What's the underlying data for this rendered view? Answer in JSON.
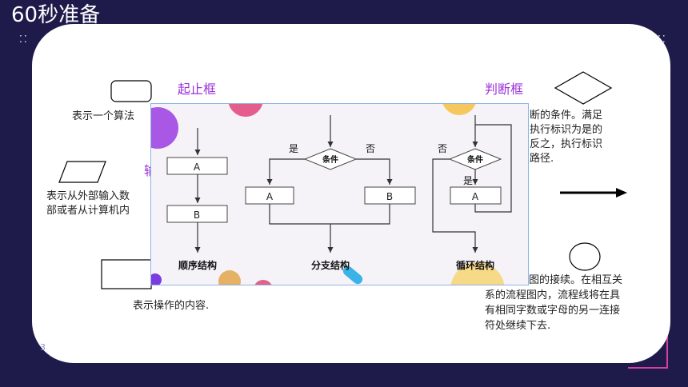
{
  "slide": {
    "title": "60秒准备",
    "page_number": "3",
    "colors": {
      "background": "#1e1b4b",
      "card": "#ffffff",
      "accent": "#9b30d9",
      "corner": "#d63ea6"
    }
  },
  "symbols": {
    "start_end": {
      "label": "起止框",
      "desc": "表示一个算法"
    },
    "decision": {
      "label": "判断框",
      "desc_lines": [
        "断的条件。满足",
        "执行标识为是的",
        "反之，执行标识",
        "路径."
      ]
    },
    "io": {
      "label": "输",
      "desc_lines": [
        "表示从外部输入数",
        "部或者从计算机内"
      ]
    },
    "process": {
      "desc": "表示操作的内容."
    },
    "connector": {
      "desc_lines": [
        "程图的接续。在相互关",
        "系的流程图内，流程线将在具",
        "有相同字数或字母的另一连接",
        "符处继续下去."
      ]
    },
    "flowline": {
      "icon": "arrow-right-icon"
    }
  },
  "overlay": {
    "sequence": {
      "box_a": "A",
      "box_b": "B",
      "caption": "顺序结构"
    },
    "branch": {
      "yes": "是",
      "no": "否",
      "condition": "条件",
      "box_a": "A",
      "box_b": "B",
      "caption": "分支结构"
    },
    "loop": {
      "no": "否",
      "yes": "是",
      "condition": "条件",
      "box_a": "A",
      "caption": "循环结构"
    }
  }
}
